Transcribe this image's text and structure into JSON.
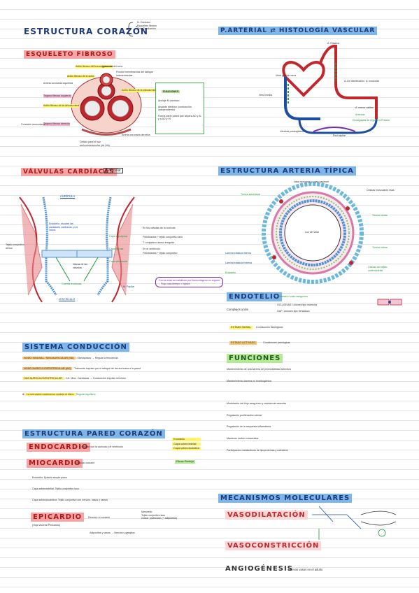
{
  "left": {
    "estructura_corazon": {
      "title": "ESTRUCTURA CORAZÓN",
      "items": [
        "N. Cardíaco",
        "Esqueleto fibroso",
        "Sist. Conducción"
      ]
    },
    "esqueleto_fibroso": {
      "title": "ESQUELETO FIBROSO",
      "labels": [
        "Anillo fibroso del tronco pulmonar",
        "Ligamento del cono",
        "Porción membranosa del tabique interventricular",
        "Anillo fibroso de la aorta",
        "Arteria coronaria izquierda",
        "Anillo fibroso de la válvula tricúspide",
        "Trígono fibroso izquierdo",
        "Anillo fibroso de la válvula mitral",
        "Trígono fibroso derecho",
        "Arteria coronaria derecha",
        "Orificio para el haz auriculoventricular (de His)",
        "Conexión musculares"
      ],
      "funciones_title": "FUNCIONES",
      "funciones": [
        "Anclaje M.cardíaco",
        "Aislante eléctrico (contracción independiente)",
        "Forma parte pared que separa AD y AI y a AD y VI"
      ]
    },
    "valvulas": {
      "title": "VÁLVULAS CARDÍACAS",
      "tag": "Avascular",
      "labels": [
        "AURÍCULA",
        "Endotelio: recubre las cavidades cardíacas y los vasos",
        "Tejido conjuntivo denso",
        "Valvas de las válvulas",
        "Capa esponjosa",
        "Capa fibrosa",
        "Capa ventricular",
        "Cuerda tendinosa",
        "M. Papilar",
        "VENTRÍCULO"
      ],
      "notes": [
        "En las válvulas de la aurícula",
        "Fibroblastos + tejido conjuntivo laxo",
        "T. conjuntivo denso irregular",
        "En el ventrículo",
        "Fibroblastos + tejido conjuntivo",
        "Con la edad se calcifican por flora colágeno no regular",
        "↓ Flujo más tiempo > rigidez"
      ]
    },
    "conduccion": {
      "title": "SISTEMA CONDUCCIÓN",
      "lines": [
        [
          "NODO SINUSAL / SINOAURICULAR (SA)",
          ": Marcapasos → Regula la frecuencia"
        ],
        [
          "NODO AURICULOVENTRICULAR (AV)",
          ": Transmite impulso por el tabique de las aurículas a la pared"
        ],
        [
          "HAZ AURICULOVENTRICULAR",
          ": Cél. Mioc. Cardíacas → Conducción impulso nervioso"
        ],
        [
          "La inervación autónoma modula el ritmo",
          "Regular equilibrio"
        ]
      ]
    },
    "pared": {
      "title": "ESTRUCTURA PARED CORAZÓN",
      "endocardio": "ENDOCARDIO",
      "endocardio_desc": "Contacto con la aurícula y el ventrículo",
      "endo_parts": [
        "Endotelio",
        "Capa subendotelial",
        "Capa subendocárdica"
      ],
      "miocardio": "MIOCARDIO",
      "miocardio_desc": "Músculo corazón",
      "mio_parts": [
        "Fibras Purkinje"
      ],
      "endotelio_line": "Endotelio: Epitelio simple plano",
      "subendo_line": "Capa subendotelial: Tejido conjuntivo laxo",
      "subendocardica_line": "Capa subendocárdica: Tejido conjuntivo con nervios, vasos y ramas",
      "epicardio": "EPICARDIO",
      "epicardio_desc": "Recubre el corazón",
      "epicardio_sub": "(Hoja visceral Pericardio)",
      "epi_parts": [
        "Mesotelio",
        "Tejido conjuntivo laxo",
        "Grasa: protección (+ adipocitos)"
      ],
      "epi_bottom": "Adipocitos y vasos → Nervios y ganglios"
    }
  },
  "right": {
    "p_arterial": {
      "title": "P.ARTERIAL ⇄ HISTOLOGÍA VASCULAR",
      "labels": [
        "A. Elástica",
        "Vena grande cava",
        "Vena media",
        "A. De distribución / A. muscular",
        "A. menor calibre",
        "Arteriola",
        "Vénulas postcapilares",
        "Red capilar",
        "Encargadas de regular la Presión"
      ]
    },
    "arteria": {
      "title": "ESTRUCTURA ARTERIA TÍPICA",
      "labels": [
        "Vasa nervorum y vasa vasorum",
        "Células musculares lisas",
        "Túnica adventicia",
        "Túnica media",
        "Túnica íntima",
        "Lámina elástica interna",
        "Lámina elástica externa",
        "Luz del vaso",
        "Endotelio",
        "Células del tejido subendotelial"
      ]
    },
    "endotelio": {
      "title": "ENDOTELIO",
      "subtitle": "Reviste el vaso sanguíneo",
      "complejos": "Complejos unión",
      "complejo_items": [
        "OCLUSIVAS: Uniones tipo estrecha",
        "GAP: Uniones tipo hendidura"
      ],
      "estado_basal": "ESTADO BASAL",
      "estado_basal_desc": "Condiciones fisiológicas",
      "estado_activo": "ESTADO ACTIVADO",
      "estado_activo_desc": "Condiciones patológicas"
    },
    "funciones": {
      "title": "FUNCIONES",
      "items": [
        "Mantenimiento de una barrera de permeabilidad selectiva",
        "Mantenimiento barrera no trombogénica",
        "Modulación del flujo sanguíneo y resistencia vascular",
        "Regulación proliferación celular",
        "Regulación de la respuesta inflamatoria",
        "Mantener matriz extracelular",
        "Participación metabolismo de lipoproteínas y colesterol"
      ]
    },
    "mecanismos": {
      "title": "MECANISMOS MOLECULARES",
      "vasodilatacion": "VASODILATACIÓN",
      "vasoconstriccion": "VASOCONSTRICCIÓN",
      "angiogenesis": "ANGIOGÉNESIS",
      "angiogenesis_desc": "Nuevos vasos en el adulto"
    }
  }
}
